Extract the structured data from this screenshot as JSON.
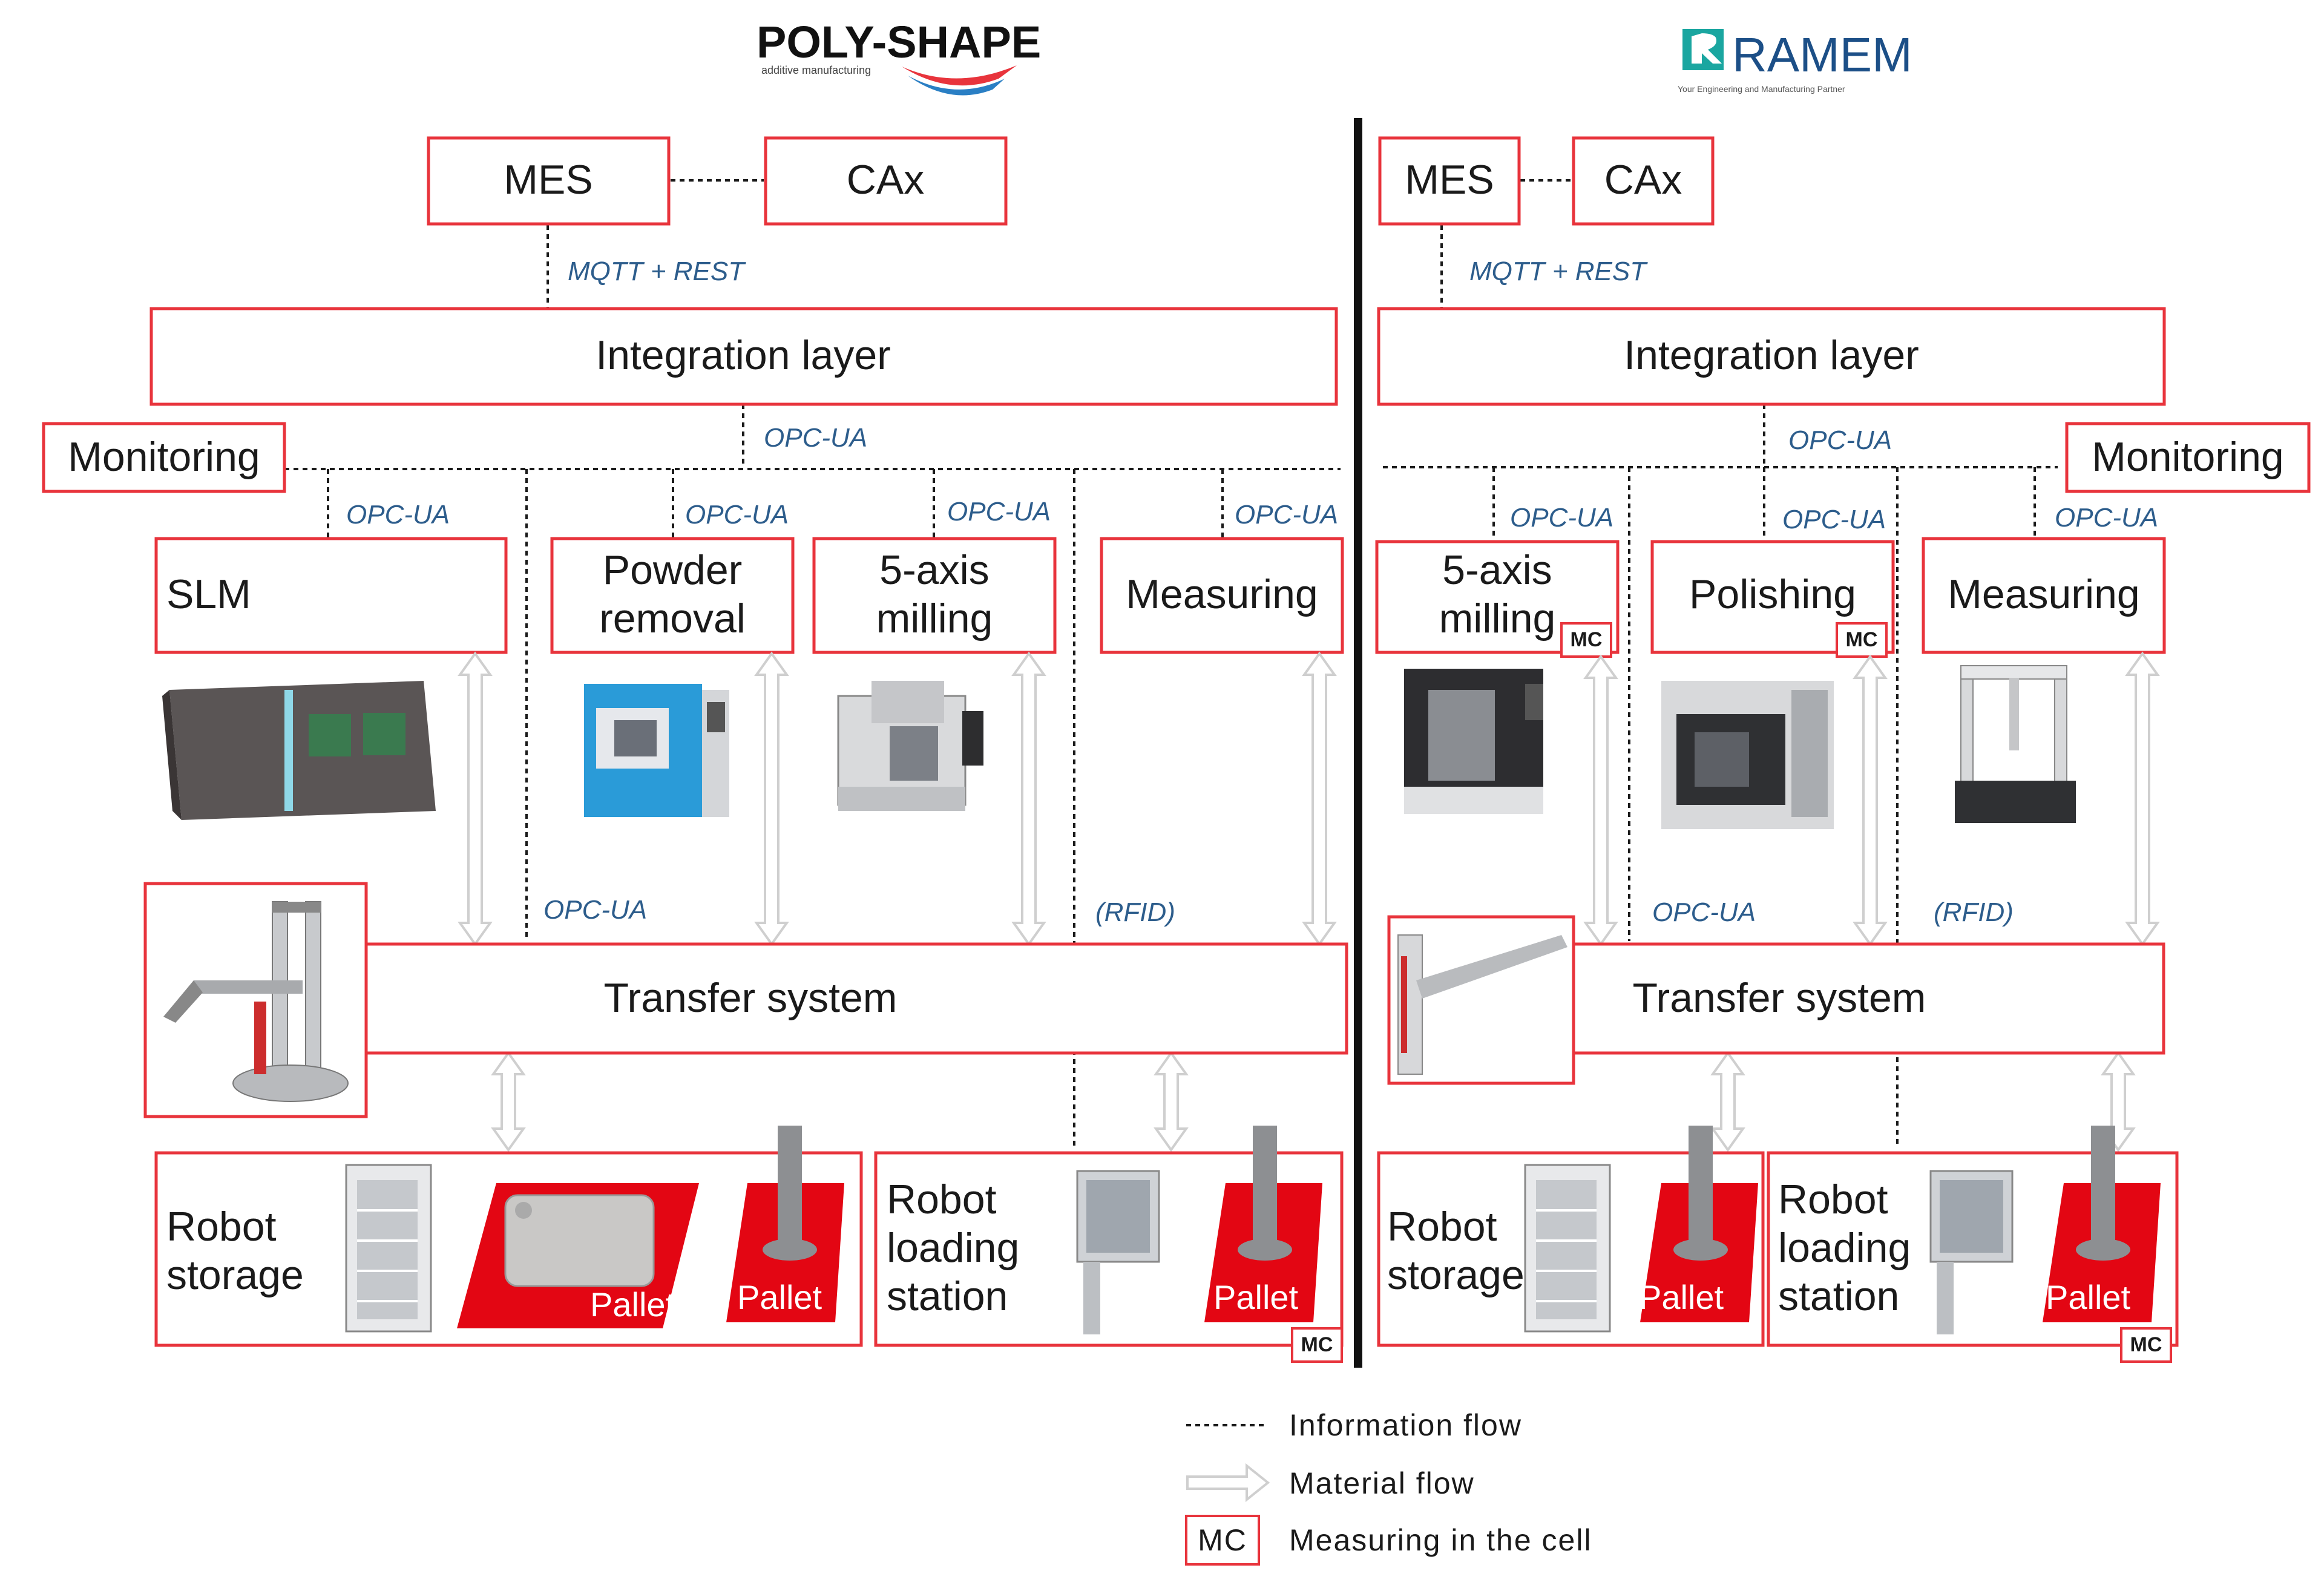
{
  "left": {
    "logo": {
      "name": "POLY-SHAPE",
      "tagline": "additive manufacturing"
    },
    "mes": "MES",
    "cax": "CAx",
    "mqtt": "MQTT + REST",
    "integration": "Integration layer",
    "monitoring": "Monitoring",
    "opcua_main": "OPC-UA",
    "opcua_slm": "OPC-UA",
    "opcua_powder": "OPC-UA",
    "opcua_milling": "OPC-UA",
    "opcua_measuring": "OPC-UA",
    "opcua_transfer": "OPC-UA",
    "rfid": "(RFID)",
    "slm": "SLM",
    "powder": [
      "Powder",
      "removal"
    ],
    "milling": [
      "5-axis",
      "milling"
    ],
    "measuring": "Measuring",
    "transfer": "Transfer system",
    "robot_storage": [
      "Robot",
      "storage"
    ],
    "robot_loading": [
      "Robot",
      "loading",
      "station"
    ],
    "pallet1": "Pallet",
    "pallet2": "Pallet",
    "pallet3": "Pallet",
    "mc_loading": "MC"
  },
  "right": {
    "logo": {
      "name": "RAMEM",
      "tagline": "Your Engineering and Manufacturing Partner"
    },
    "mes": "MES",
    "cax": "CAx",
    "mqtt": "MQTT + REST",
    "integration": "Integration layer",
    "monitoring": "Monitoring",
    "opcua_main": "OPC-UA",
    "opcua_milling": "OPC-UA",
    "opcua_polishing": "OPC-UA",
    "opcua_measuring": "OPC-UA",
    "opcua_transfer": "OPC-UA",
    "rfid": "(RFID)",
    "milling": [
      "5-axis",
      "milling"
    ],
    "polishing": "Polishing",
    "measuring": "Measuring",
    "transfer": "Transfer system",
    "robot_storage": [
      "Robot",
      "storage"
    ],
    "robot_loading": [
      "Robot",
      "loading",
      "station"
    ],
    "pallet1": "Pallet",
    "pallet2": "Pallet",
    "mc_milling": "MC",
    "mc_polishing": "MC",
    "mc_loading": "MC"
  },
  "legend": {
    "info": "Information flow",
    "material": "Material flow",
    "mc_label": "MC",
    "mc": "Measuring in the cell"
  }
}
